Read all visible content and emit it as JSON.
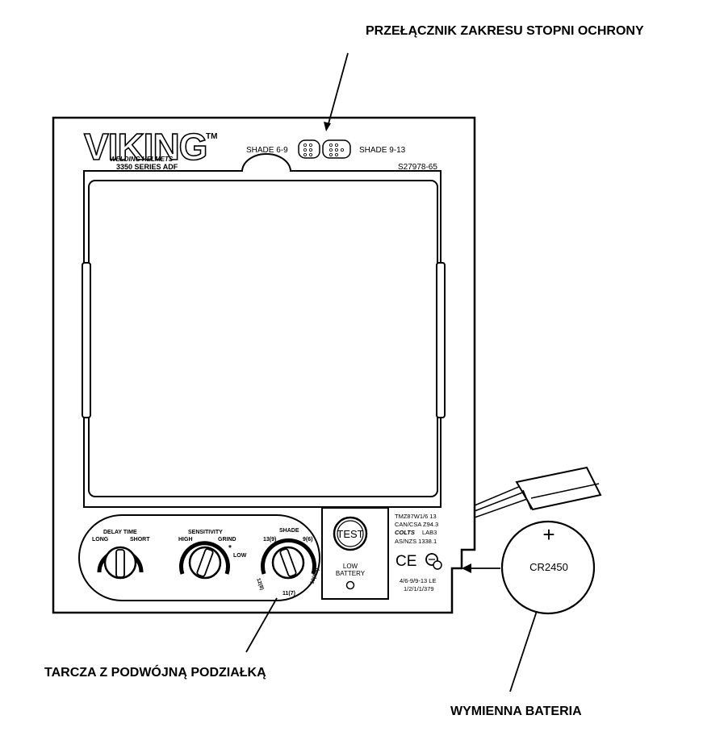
{
  "callouts": {
    "shade_range_switch": "PRZEŁĄCZNIK ZAKRESU STOPNI OCHRONY",
    "dual_scale_dial": "TARCZA Z PODWÓJNĄ PODZIAŁKĄ",
    "replaceable_battery": "WYMIENNA BATERIA"
  },
  "brand": {
    "logo": "VIKING",
    "trademark": "TM",
    "tagline": "WELDING HELMETS",
    "series": "3350 SERIES ADF"
  },
  "shade_switch": {
    "left_label": "SHADE 6-9",
    "right_label": "SHADE 9-13"
  },
  "part_number": "S27978-65",
  "controls": {
    "delay": {
      "title": "DELAY TIME",
      "left": "LONG",
      "right": "SHORT"
    },
    "sensitivity": {
      "title": "SENSITIVITY",
      "left": "HIGH",
      "right": "GRIND",
      "low": "LOW",
      "star": "*"
    },
    "shade": {
      "title": "SHADE",
      "top_left": "13(9)",
      "top_right": "9(6)",
      "left": "12(8)",
      "bottom": "11(7)",
      "right": "10(6.5)"
    }
  },
  "test_panel": {
    "test": "TEST",
    "low": "LOW",
    "battery": "BATTERY"
  },
  "certification": {
    "line1": "TMZ87W1/6 13",
    "line2": "CAN/CSA Z94.3",
    "line3_brand": "COLTS",
    "line3_rest": "LAB3",
    "line4": "AS/NZS 1338.1",
    "ce": "CE",
    "line5": "4/6-9/9-13 LE",
    "line6": "1/2/1/1/379"
  },
  "battery": {
    "plus": "+",
    "model": "CR2450"
  }
}
